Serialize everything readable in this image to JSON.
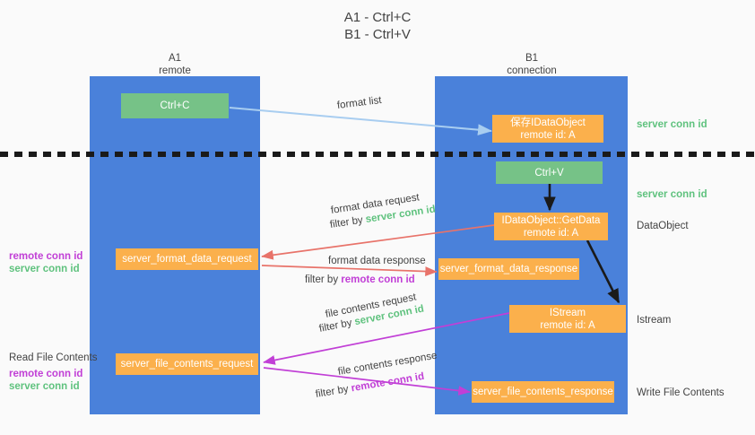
{
  "title": {
    "line1": "A1 - Ctrl+C",
    "line2": "B1 - Ctrl+V"
  },
  "colors": {
    "lane": "#4a81da",
    "green_box": "#76c287",
    "orange_box": "#fbb04c",
    "text_dark": "#434343",
    "server_conn_green": "#5fc27e",
    "remote_conn_purple": "#c13fd6",
    "arrow_lightblue": "#a8cdf0",
    "arrow_red": "#e8736a",
    "arrow_magenta": "#c13fd6",
    "arrow_black": "#1a1a1a",
    "divider_black": "#1a1a1a",
    "background": "#fafafa"
  },
  "lanes": [
    {
      "name": "a1",
      "title": "A1",
      "subtitle": "remote"
    },
    {
      "name": "b1",
      "title": "B1",
      "subtitle": "connection"
    }
  ],
  "boxes": {
    "ctrl_c": {
      "label": "Ctrl+C"
    },
    "ctrl_v": {
      "label": "Ctrl+V"
    },
    "save_dataobject": {
      "line1": "保存IDataObject",
      "line2": "remote id: A"
    },
    "getdata": {
      "line1": "IDataObject::GetData",
      "line2": "remote id: A"
    },
    "istream": {
      "line1": "IStream",
      "line2": "remote id: A"
    },
    "server_format_data_request": {
      "label": "server_format_data_request"
    },
    "server_format_data_response": {
      "label": "server_format_data_response"
    },
    "server_file_contents_request": {
      "label": "server_file_contents_request"
    },
    "server_file_contents_response": {
      "label": "server_file_contents_response"
    }
  },
  "edge_labels": {
    "format_list": "format list",
    "format_data_request": "format data request",
    "format_data_request_filter_prefix": "filter by ",
    "format_data_request_filter_value": "server conn id",
    "format_data_response": "format data response",
    "format_data_response_filter_prefix": "filter by ",
    "format_data_response_filter_value": "remote conn id",
    "file_contents_request": "file contents request",
    "file_contents_request_filter_prefix": "filter by ",
    "file_contents_request_filter_value": "server conn id",
    "file_contents_response": "file contents response",
    "file_contents_response_filter_prefix": "filter by ",
    "file_contents_response_filter_value": "remote conn id"
  },
  "right_annotations": {
    "server_conn_id_top": "server conn id",
    "server_conn_id_mid": "server conn id",
    "dataobject": "DataObject",
    "istream": "Istream",
    "write_file_contents": "Write File Contents"
  },
  "left_annotations": {
    "format_remote_conn_id": "remote conn id",
    "format_server_conn_id": "server conn id",
    "read_file_contents": "Read File Contents",
    "file_remote_conn_id": "remote conn id",
    "file_server_conn_id": "server conn id"
  }
}
